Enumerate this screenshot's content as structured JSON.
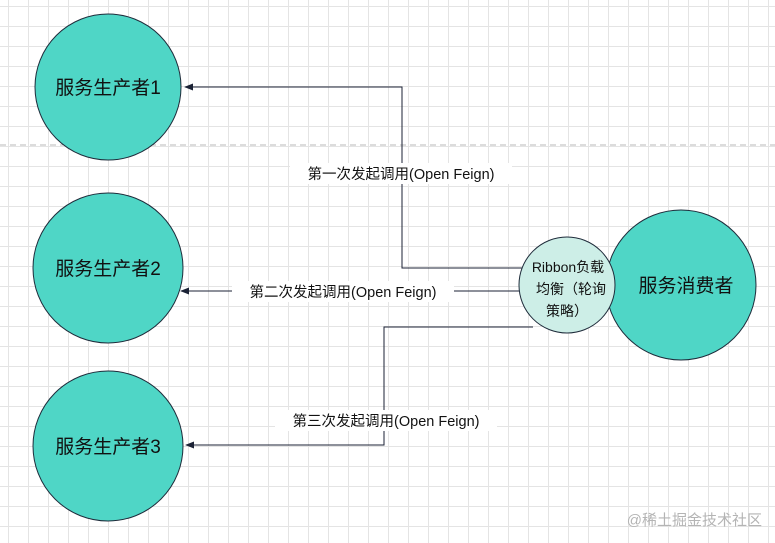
{
  "colors": {
    "node_fill": "#4fd6c6",
    "lb_fill": "#cdeee7",
    "stroke": "#1e2b3a",
    "edge": "#1b2235",
    "divider": "#b9b9b9"
  },
  "nodes": {
    "producer1": "服务生产者1",
    "producer2": "服务生产者2",
    "producer3": "服务生产者3",
    "consumer": "服务消费者",
    "load_balancer": {
      "line1": "Ribbon负载",
      "line2": "均衡（轮询",
      "line3": "策略）"
    }
  },
  "edges": {
    "call1": "第一次发起调用(Open Feign)",
    "call2": "第二次发起调用(Open Feign)",
    "call3": "第三次发起调用(Open Feign)"
  },
  "watermark": "@稀土掘金技术社区"
}
